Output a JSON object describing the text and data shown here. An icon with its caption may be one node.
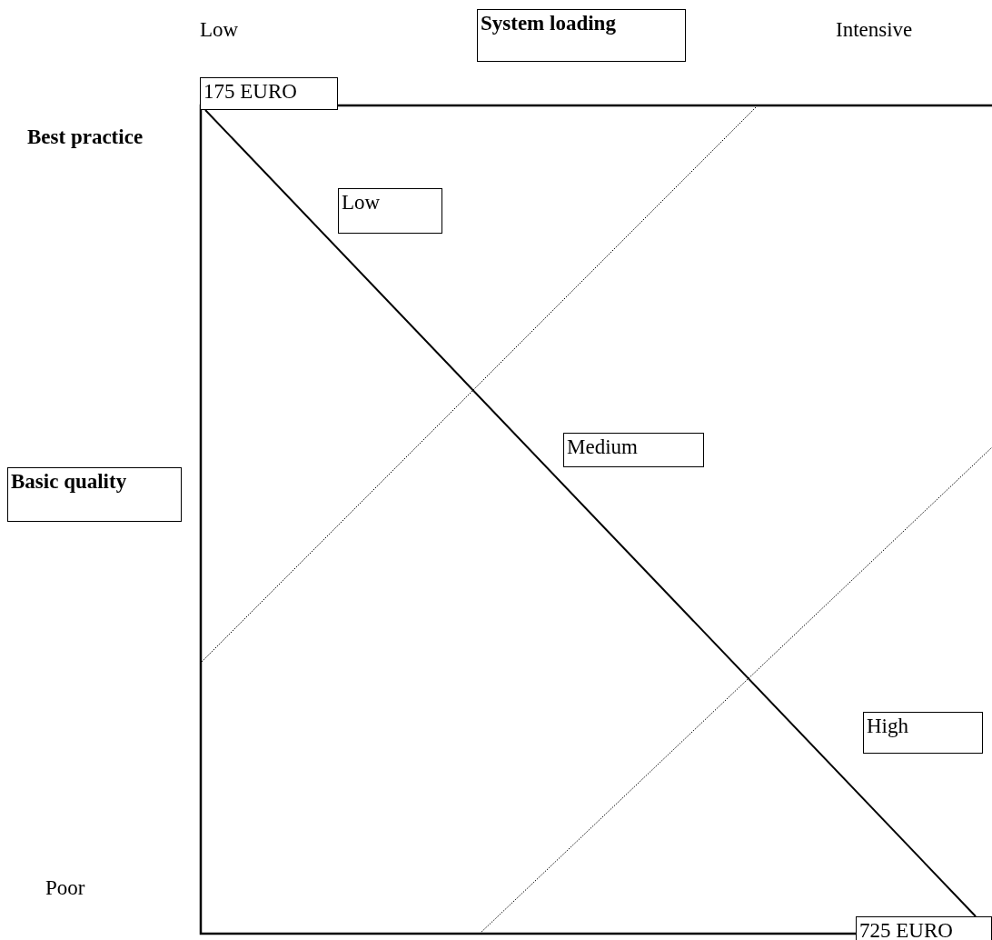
{
  "diagram": {
    "nodes": [
      {
        "text": [
          "System loading"
        ]
      },
      {
        "text": [
          "175 EURO"
        ]
      },
      {
        "text": [
          "Low"
        ]
      },
      {
        "text": [
          "Medium"
        ]
      },
      {
        "text": [
          "Basic quality"
        ]
      },
      {
        "text": [
          "High"
        ]
      },
      {
        "text": [
          "725 EURO"
        ]
      }
    ],
    "edges": [
      {
        "from": 1,
        "to": 6,
        "arrow": "none"
      }
    ],
    "labels": [
      "Low",
      "Intensive",
      "Best practice",
      "Poor"
    ]
  }
}
